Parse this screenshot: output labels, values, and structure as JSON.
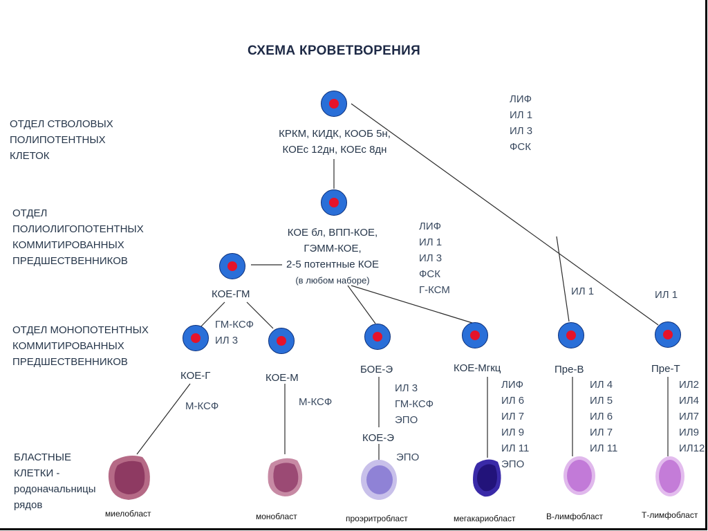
{
  "title": "СХЕМА КРОВЕТВОРЕНИЯ",
  "sections": {
    "stem": [
      "ОТДЕЛ СТВОЛОВЫХ",
      "ПОЛИПОТЕНТНЫХ",
      "КЛЕТОК"
    ],
    "polyoligo": [
      "ОТДЕЛ",
      "ПОЛИОЛИГОПОТЕНТНЫХ",
      "КОММИТИРОВАННЫХ",
      "ПРЕДШЕСТВЕННИКОВ"
    ],
    "mono": [
      "ОТДЕЛ МОНОПОТЕНТНЫХ",
      "КОММИТИРОВАННЫХ",
      "ПРЕДШЕСТВЕННИКОВ"
    ],
    "blast": [
      "БЛАСТНЫЕ",
      "КЛЕТКИ  -",
      "родоначальницы",
      "рядов"
    ]
  },
  "nodes": {
    "stem_text": [
      "КРКМ, КИДК, КООБ 5н,",
      "КОЕс 12дн, КОЕс 8дн"
    ],
    "poly_text": [
      "КОЕ бл, ВПП-КОЕ,",
      "ГЭММ-КОЕ,",
      "2-5 потентные КОЕ",
      "(в любом наборе)"
    ],
    "koe_gm": "КОЕ-ГМ",
    "koe_g": "КОЕ-Г",
    "koe_m": "КОЕ-М",
    "boe_e": "БОЕ-Э",
    "koe_e": "КОЕ-Э",
    "koe_mgkc": "КОЕ-Мгкц",
    "pre_b": "Пре-В",
    "pre_t": "Пре-Т"
  },
  "factors": {
    "stem": [
      "ЛИФ",
      "ИЛ 1",
      "ИЛ 3",
      "ФСК"
    ],
    "poly": [
      "ЛИФ",
      "ИЛ 1",
      "ИЛ 3",
      "ФСК",
      "Г-КСМ"
    ],
    "gm": [
      "ГМ-КСФ",
      "ИЛ 3"
    ],
    "g_mksf": "М-КСФ",
    "m_mksf": "М-КСФ",
    "lymph_b": "ИЛ 1",
    "lymph_t": "ИЛ 1",
    "erythro": [
      "ИЛ 3",
      "ГМ-КСФ",
      "ЭПО"
    ],
    "erythro_epo": "ЭПО",
    "mega": [
      "ЛИФ",
      "ИЛ 6",
      "ИЛ 7",
      "ИЛ 9",
      "ИЛ 11",
      "ЭПО"
    ],
    "b_cells": [
      "ИЛ 4",
      "ИЛ 5",
      "ИЛ 6",
      "ИЛ 7",
      "ИЛ 11"
    ],
    "t_cells": [
      "ИЛ2",
      "ИЛ4",
      "ИЛ7",
      "ИЛ9",
      "ИЛ12"
    ]
  },
  "blasts": {
    "myelo": "миелобласт",
    "mono": "монобласт",
    "proerythro": "проэритробласт",
    "megakaryo": "мегакариобласт",
    "b_lympho": "В-лимфобласт",
    "t_lympho": "Т-лимфобласт"
  },
  "colors": {
    "cell_fill": "#2a6fd8",
    "nucleus": "#e5132a",
    "text": "#26364a"
  }
}
